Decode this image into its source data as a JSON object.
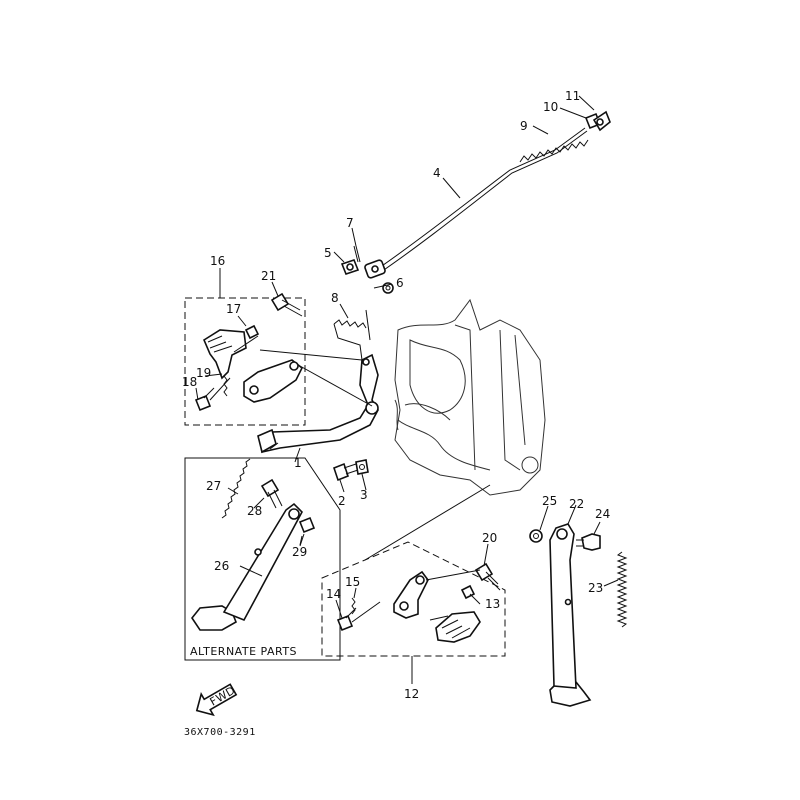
{
  "diagram": {
    "callouts": [
      {
        "id": "c1",
        "label": "1"
      },
      {
        "id": "c2",
        "label": "2"
      },
      {
        "id": "c3",
        "label": "3"
      },
      {
        "id": "c4",
        "label": "4"
      },
      {
        "id": "c5",
        "label": "5"
      },
      {
        "id": "c6",
        "label": "6"
      },
      {
        "id": "c7",
        "label": "7"
      },
      {
        "id": "c8",
        "label": "8"
      },
      {
        "id": "c9",
        "label": "9"
      },
      {
        "id": "c10",
        "label": "10"
      },
      {
        "id": "c11",
        "label": "11"
      },
      {
        "id": "c12",
        "label": "12"
      },
      {
        "id": "c13",
        "label": "13"
      },
      {
        "id": "c14",
        "label": "14"
      },
      {
        "id": "c15",
        "label": "15"
      },
      {
        "id": "c16",
        "label": "16"
      },
      {
        "id": "c17",
        "label": "17"
      },
      {
        "id": "c18",
        "label": "18"
      },
      {
        "id": "c19",
        "label": "19"
      },
      {
        "id": "c20",
        "label": "20"
      },
      {
        "id": "c21",
        "label": "21"
      },
      {
        "id": "c22",
        "label": "22"
      },
      {
        "id": "c23",
        "label": "23"
      },
      {
        "id": "c24",
        "label": "24"
      },
      {
        "id": "c25",
        "label": "25"
      },
      {
        "id": "c26",
        "label": "26"
      },
      {
        "id": "c27",
        "label": "27"
      },
      {
        "id": "c28",
        "label": "28"
      },
      {
        "id": "c29",
        "label": "29"
      }
    ],
    "alternate_parts_label": "ALTERNATE PARTS",
    "fwd_label": "FWD",
    "diagram_code": "36X700-3291"
  }
}
